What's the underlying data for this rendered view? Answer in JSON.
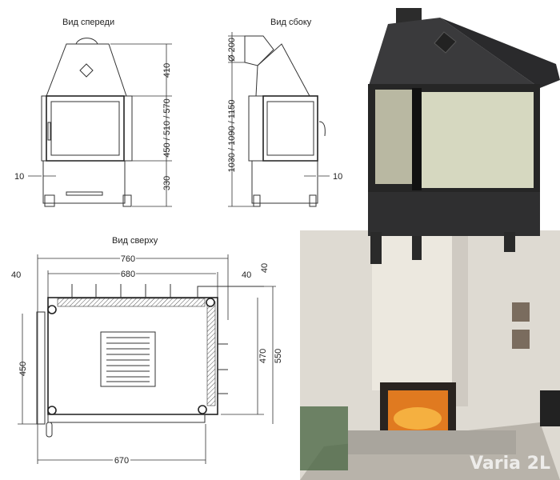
{
  "front_view": {
    "title": "Вид спереди",
    "dim_hood": "410",
    "dim_body": "450 / 510 / 570",
    "dim_base": "330",
    "dim_offset": "10"
  },
  "side_view": {
    "title": "Вид сбоку",
    "dim_flue": "Ø 200",
    "dim_total": "1030 / 1090 / 1150",
    "dim_offset": "10"
  },
  "top_view": {
    "title": "Вид сверху",
    "dim_width_total": "760",
    "dim_width_inner": "680",
    "dim_left_offset": "40",
    "dim_right_offset": "40",
    "dim_top_offset": "40",
    "dim_depth_left": "450",
    "dim_depth_inner": "470",
    "dim_depth_total": "550",
    "dim_front_width": "670"
  },
  "photo": {
    "watermark": "Varia 2L"
  }
}
